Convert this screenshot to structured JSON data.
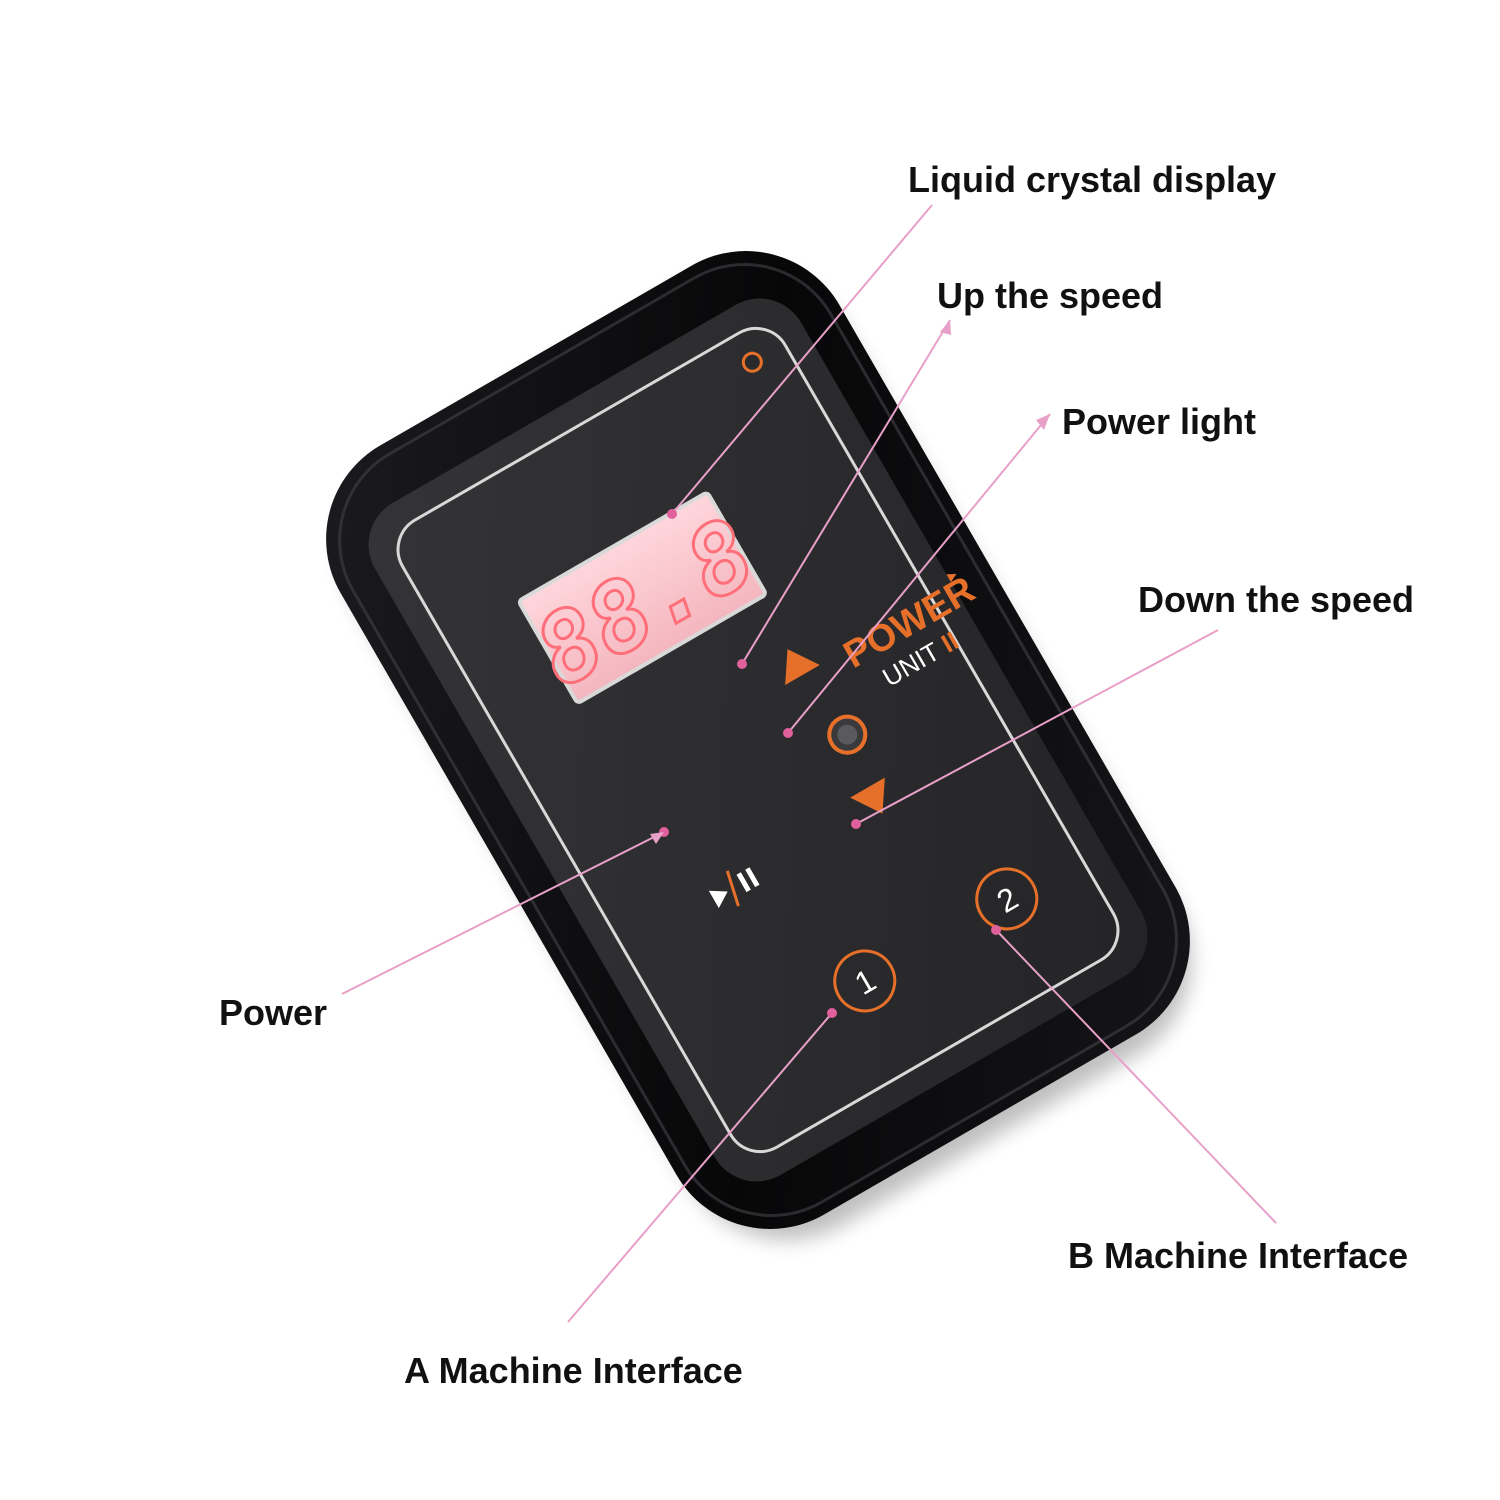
{
  "colors": {
    "callout_line": "#e8a0c8",
    "callout_dot": "#e0609c",
    "accent_orange": "#e6702a",
    "device_body": "#0b0b0d",
    "panel": "#2a2a2c",
    "lcd_segment": "#ff6f7a"
  },
  "icons": {
    "play_pause": "play-pause-icon",
    "up": "triangle-up-icon",
    "down": "triangle-down-icon",
    "power_light": "power-light-icon"
  },
  "device": {
    "lcd_value": "88.8",
    "brand": "POWER",
    "brand_arrow": "▸",
    "model": "UNIT",
    "model_numeral": "II",
    "port_a": "1",
    "port_b": "2"
  },
  "callouts": {
    "lcd": "Liquid crystal display",
    "up_speed": "Up the speed",
    "power_light": "Power light",
    "down_speed": "Down the speed",
    "power": "Power",
    "b_interface": "B Machine Interface",
    "a_interface": "A Machine Interface"
  }
}
